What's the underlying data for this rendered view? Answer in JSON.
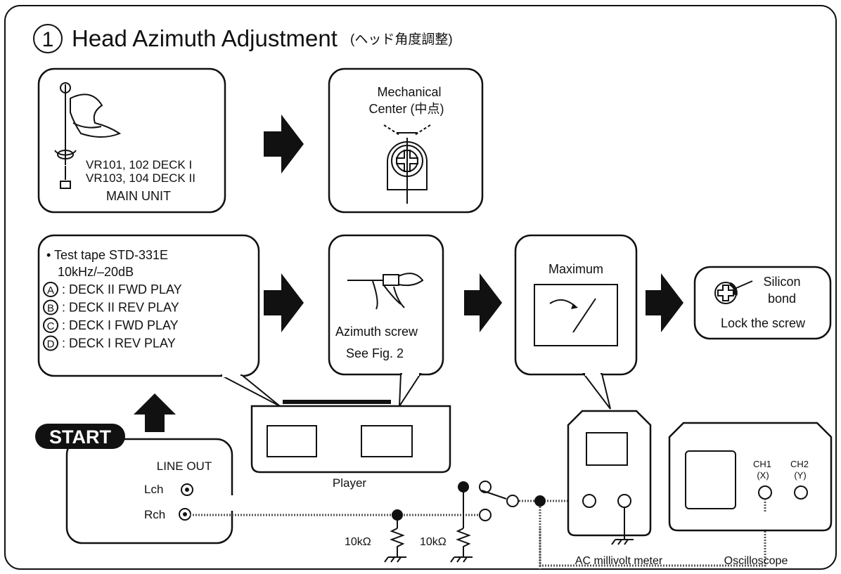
{
  "title": {
    "number": "1",
    "text": "Head Azimuth Adjustment",
    "subtitle": "(ヘッド角度調整)"
  },
  "main_unit": {
    "line1": "VR101, 102 DECK I",
    "line2": "VR103, 104 DECK II",
    "label": "MAIN UNIT"
  },
  "mechanical": {
    "line1": "Mechanical",
    "line2": "Center (中点)"
  },
  "test_tape": {
    "line1": "• Test tape STD-331E",
    "line2": "10kHz/–20dB",
    "items": [
      {
        "letter": "A",
        "text": ": DECK II FWD PLAY"
      },
      {
        "letter": "B",
        "text": ": DECK II REV PLAY"
      },
      {
        "letter": "C",
        "text": ": DECK I FWD PLAY"
      },
      {
        "letter": "D",
        "text": ": DECK I REV PLAY"
      }
    ]
  },
  "screw": {
    "label": "Azimuth screw",
    "ref": "See Fig. 2"
  },
  "meter_box": {
    "label": "Maximum"
  },
  "silicon": {
    "line1": "Silicon",
    "line2": "bond",
    "lock": "Lock the screw"
  },
  "start": {
    "badge": "START",
    "line_out": "LINE OUT",
    "lch": "Lch",
    "rch": "Rch"
  },
  "player": {
    "label": "Player"
  },
  "resistors": [
    "10kΩ",
    "10kΩ"
  ],
  "millivolt": {
    "label": "AC millivolt meter"
  },
  "scope": {
    "label": "Oscilloscope",
    "ch1": "CH1",
    "ch1_axis": "(X)",
    "ch2": "CH2",
    "ch2_axis": "(Y)"
  }
}
